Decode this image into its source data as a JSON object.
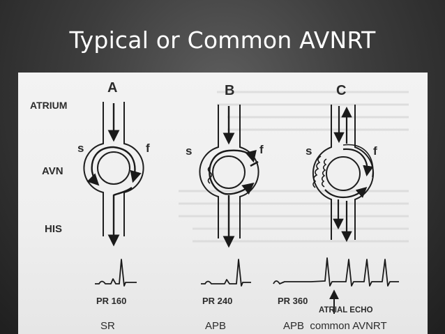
{
  "slide": {
    "title": "Typical or Common AVNRT"
  },
  "figure": {
    "row_labels": {
      "atrium": "ATRIUM",
      "avn": "AVN",
      "his": "HIS"
    },
    "panels": [
      {
        "letter": "A",
        "slow_label": "s",
        "fast_label": "f",
        "pr_label": "PR 160",
        "rhythm_label": "SR"
      },
      {
        "letter": "B",
        "slow_label": "s",
        "fast_label": "f",
        "pr_label": "PR 240",
        "rhythm_label": "APB"
      },
      {
        "letter": "C",
        "slow_label": "s",
        "fast_label": "f",
        "pr_label": "PR 360",
        "rhythm_label": "APB  common AVNRT",
        "echo_label": "ATRIAL ECHO"
      }
    ]
  }
}
